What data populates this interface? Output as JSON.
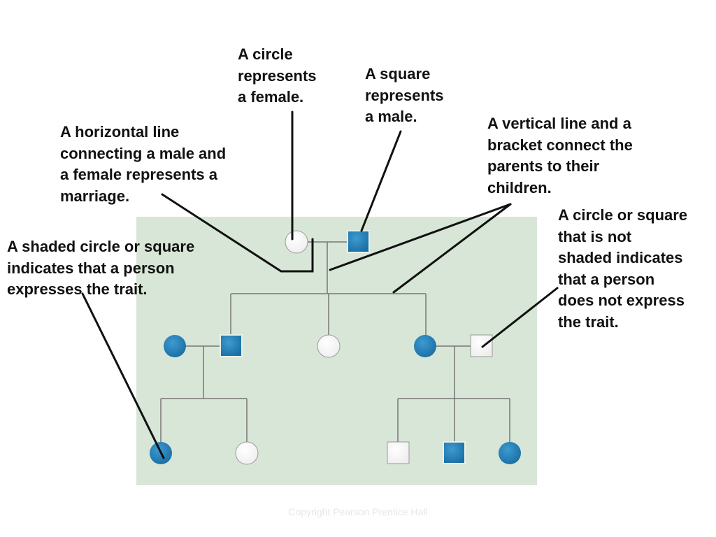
{
  "labels": {
    "circle": "A circle\nrepresents\na female.",
    "square": "A square\nrepresents\na male.",
    "horizontal_line": "A horizontal line\nconnecting a male and\na female represents a\nmarriage.",
    "vertical_line": "A vertical line and a\nbracket connect the\nparents to their\nchildren.",
    "shaded": "A shaded circle or square\nindicates that a person\nexpresses the trait.",
    "not_shaded": "A circle or square\nthat is not\nshaded indicates\nthat a person\ndoes not express\nthe trait."
  },
  "copyright": "Copyright Pearson Prentice Hall",
  "colors": {
    "panel": "#d8e6d7",
    "affected": "#1f7ab3",
    "unaffected": "#ffffff",
    "line": "#777777",
    "pointer": "#111111"
  },
  "legend": {
    "shape_female": "circle",
    "shape_male": "square",
    "shaded_meaning": "expresses the trait",
    "unshaded_meaning": "does not express the trait"
  }
}
